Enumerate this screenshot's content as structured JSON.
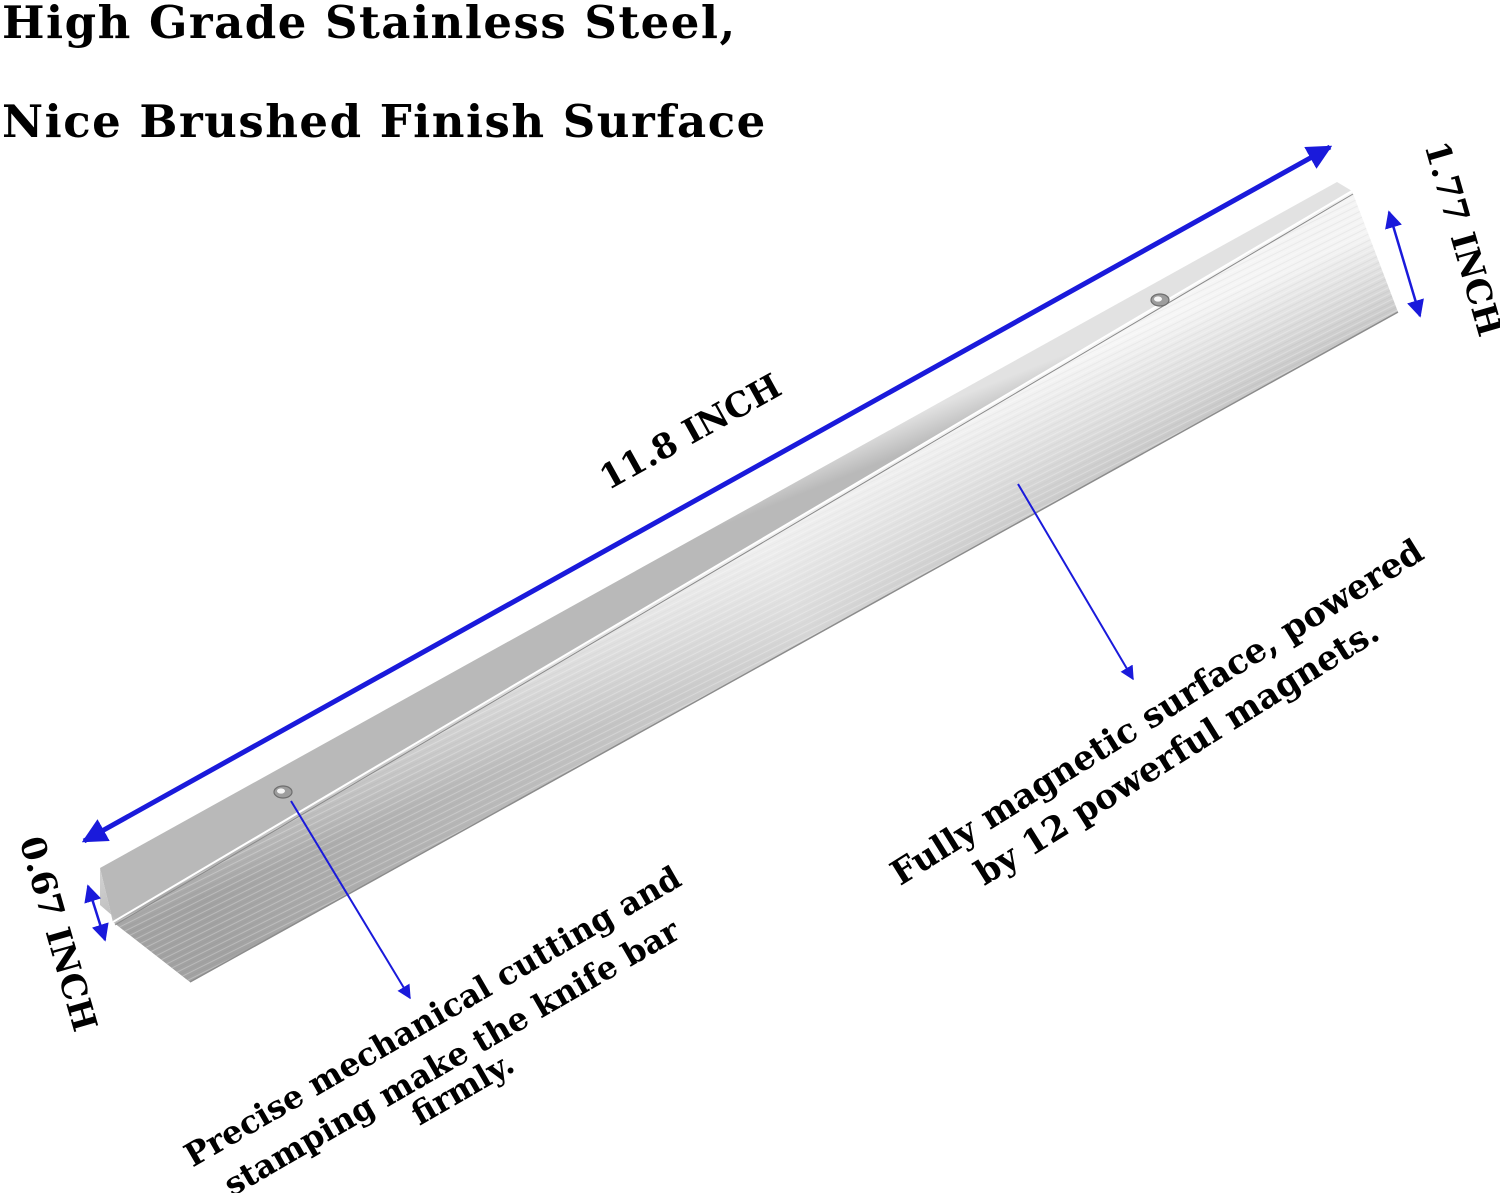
{
  "headline": {
    "line1": "High Grade Stainless Steel,",
    "line2": "Nice Brushed Finish Surface"
  },
  "dimensions": {
    "length": "11.8 INCH",
    "height": "1.77 INCH",
    "depth": "0.67 INCH"
  },
  "callouts": {
    "magnetic_line1": "Fully magnetic surface, powered",
    "magnetic_line2": "by 12  powerful magnets.",
    "cutting_line1": "Precise mechanical cutting and",
    "cutting_line2": "stamping make the knife bar",
    "cutting_line3": "firmly."
  },
  "colors": {
    "arrow": "#1a1adb",
    "text": "#000000",
    "steel_light": "#f2f2f2",
    "steel_dark": "#9a9a9a"
  },
  "icons": {
    "mounting_hole": "screw-hole-icon"
  }
}
